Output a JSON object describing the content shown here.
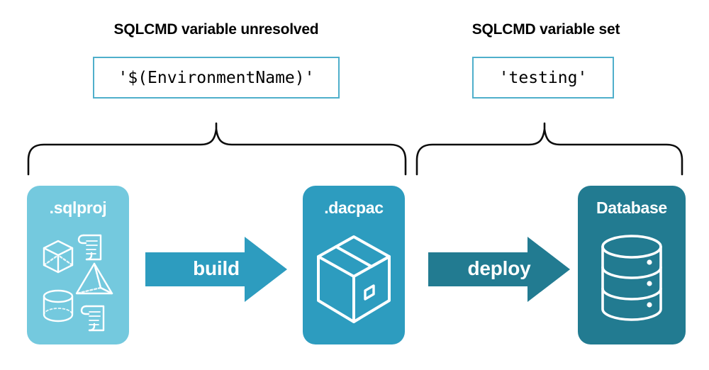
{
  "sections": [
    {
      "label": "SQLCMD variable unresolved",
      "code_value": "'$(EnvironmentName)'"
    },
    {
      "label": "SQLCMD variable set",
      "code_value": "'testing'"
    }
  ],
  "artifacts": [
    {
      "title": ".sqlproj",
      "fill": "#74C9DE",
      "icons": [
        "cube-icon",
        "pyramid-icon",
        "cylinder-icon",
        "scroll-icon",
        "scroll-icon"
      ]
    },
    {
      "title": ".dacpac",
      "fill": "#2D9CBF",
      "icons": [
        "package-box-icon"
      ]
    },
    {
      "title": "Database",
      "fill": "#227B91",
      "icons": [
        "database-cylinder-icon"
      ]
    }
  ],
  "arrows": [
    {
      "label": "build",
      "fill": "#2D9CBF"
    },
    {
      "label": "deploy",
      "fill": "#227B91"
    }
  ],
  "colors": {
    "light_teal": "#74C9DE",
    "mid_teal": "#2D9CBF",
    "dark_teal": "#227B91",
    "border_teal": "#4FAFCB",
    "brace_stroke": "#000000",
    "background": "#ffffff"
  }
}
